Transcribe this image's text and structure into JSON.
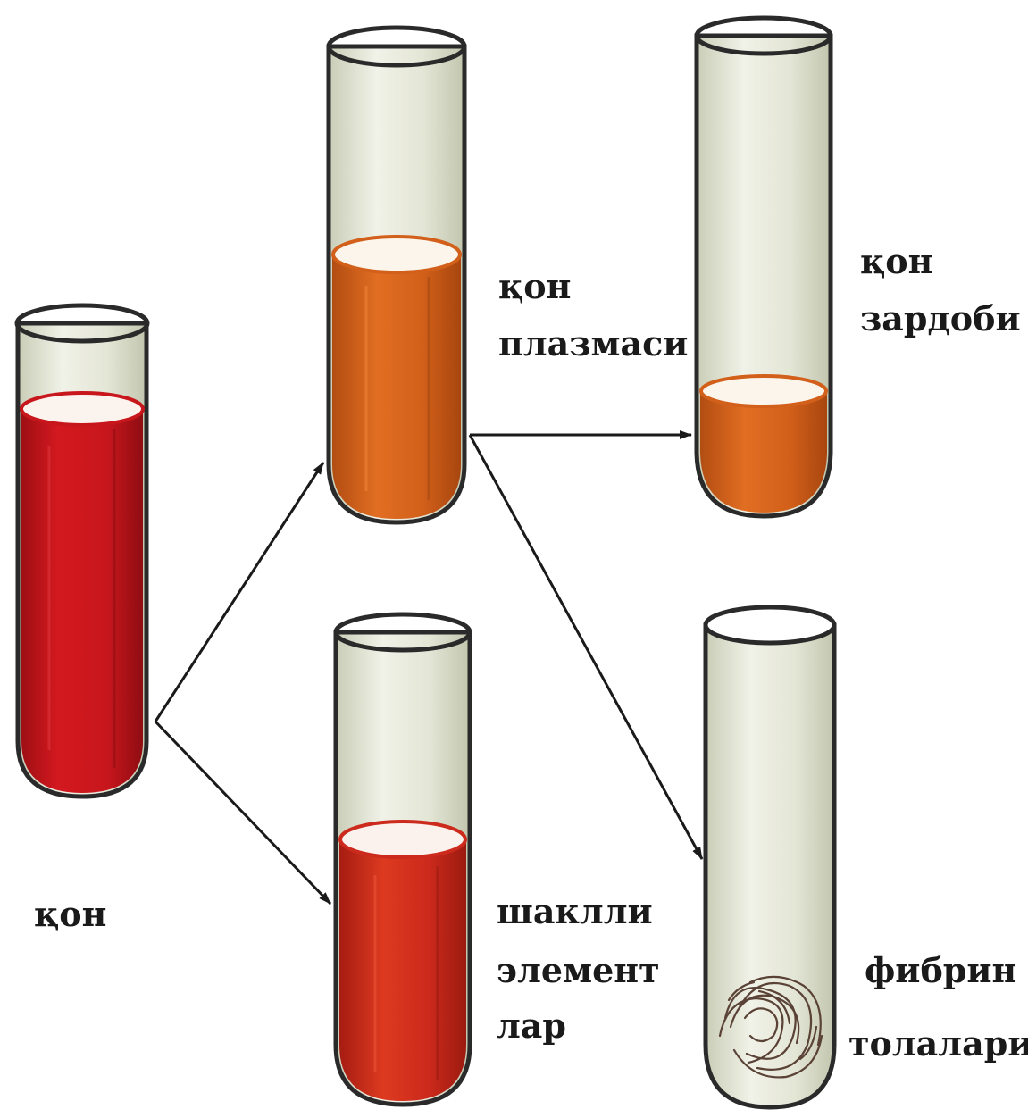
{
  "labels": {
    "blood": "қон",
    "plasma_line1": "қон",
    "plasma_line2": "плазмаси",
    "serum_line1": "қон",
    "serum_line2": "зардоби",
    "formed_line1": "шаклли",
    "formed_line2": "элемент",
    "formed_line3": "лар",
    "fibrin_line1": "фибрин",
    "fibrin_line2": "толалари"
  },
  "colors": {
    "blood": "#c8161d",
    "blood_dark": "#9e0f14",
    "plasma": "#d2601a",
    "plasma_dark": "#a8460f",
    "formed": "#cc2a1c",
    "glass": "#d9dccb",
    "outline": "#2a2a2a",
    "arrow": "#1a1a1a",
    "fibrin": "#5a4236"
  }
}
